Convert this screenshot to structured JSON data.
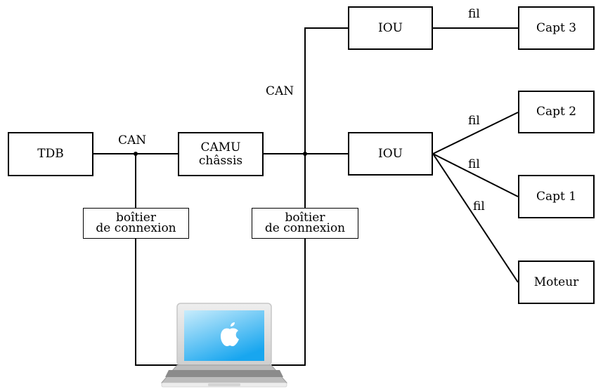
{
  "nodes": {
    "tdb": "TDB",
    "camu": [
      "CAMU",
      "châssis"
    ],
    "iou_top": "IOU",
    "iou_mid": "IOU",
    "capt3": "Capt 3",
    "capt2": "Capt 2",
    "capt1": "Capt 1",
    "moteur": "Moteur",
    "junction_left": [
      "boîtier",
      "de connexion"
    ],
    "junction_right": [
      "boîtier",
      "de connexion"
    ]
  },
  "edge_labels": {
    "can_tdb_camu": "CAN",
    "can_vertical": "CAN",
    "fil_capt3": "fil",
    "fil_capt2": "fil",
    "fil_capt1": "fil",
    "fil_moteur": "fil"
  },
  "laptop": {
    "icon": "apple-logo-icon",
    "screen_color": "#4fb8ec",
    "logo_color": "#ffffff"
  }
}
